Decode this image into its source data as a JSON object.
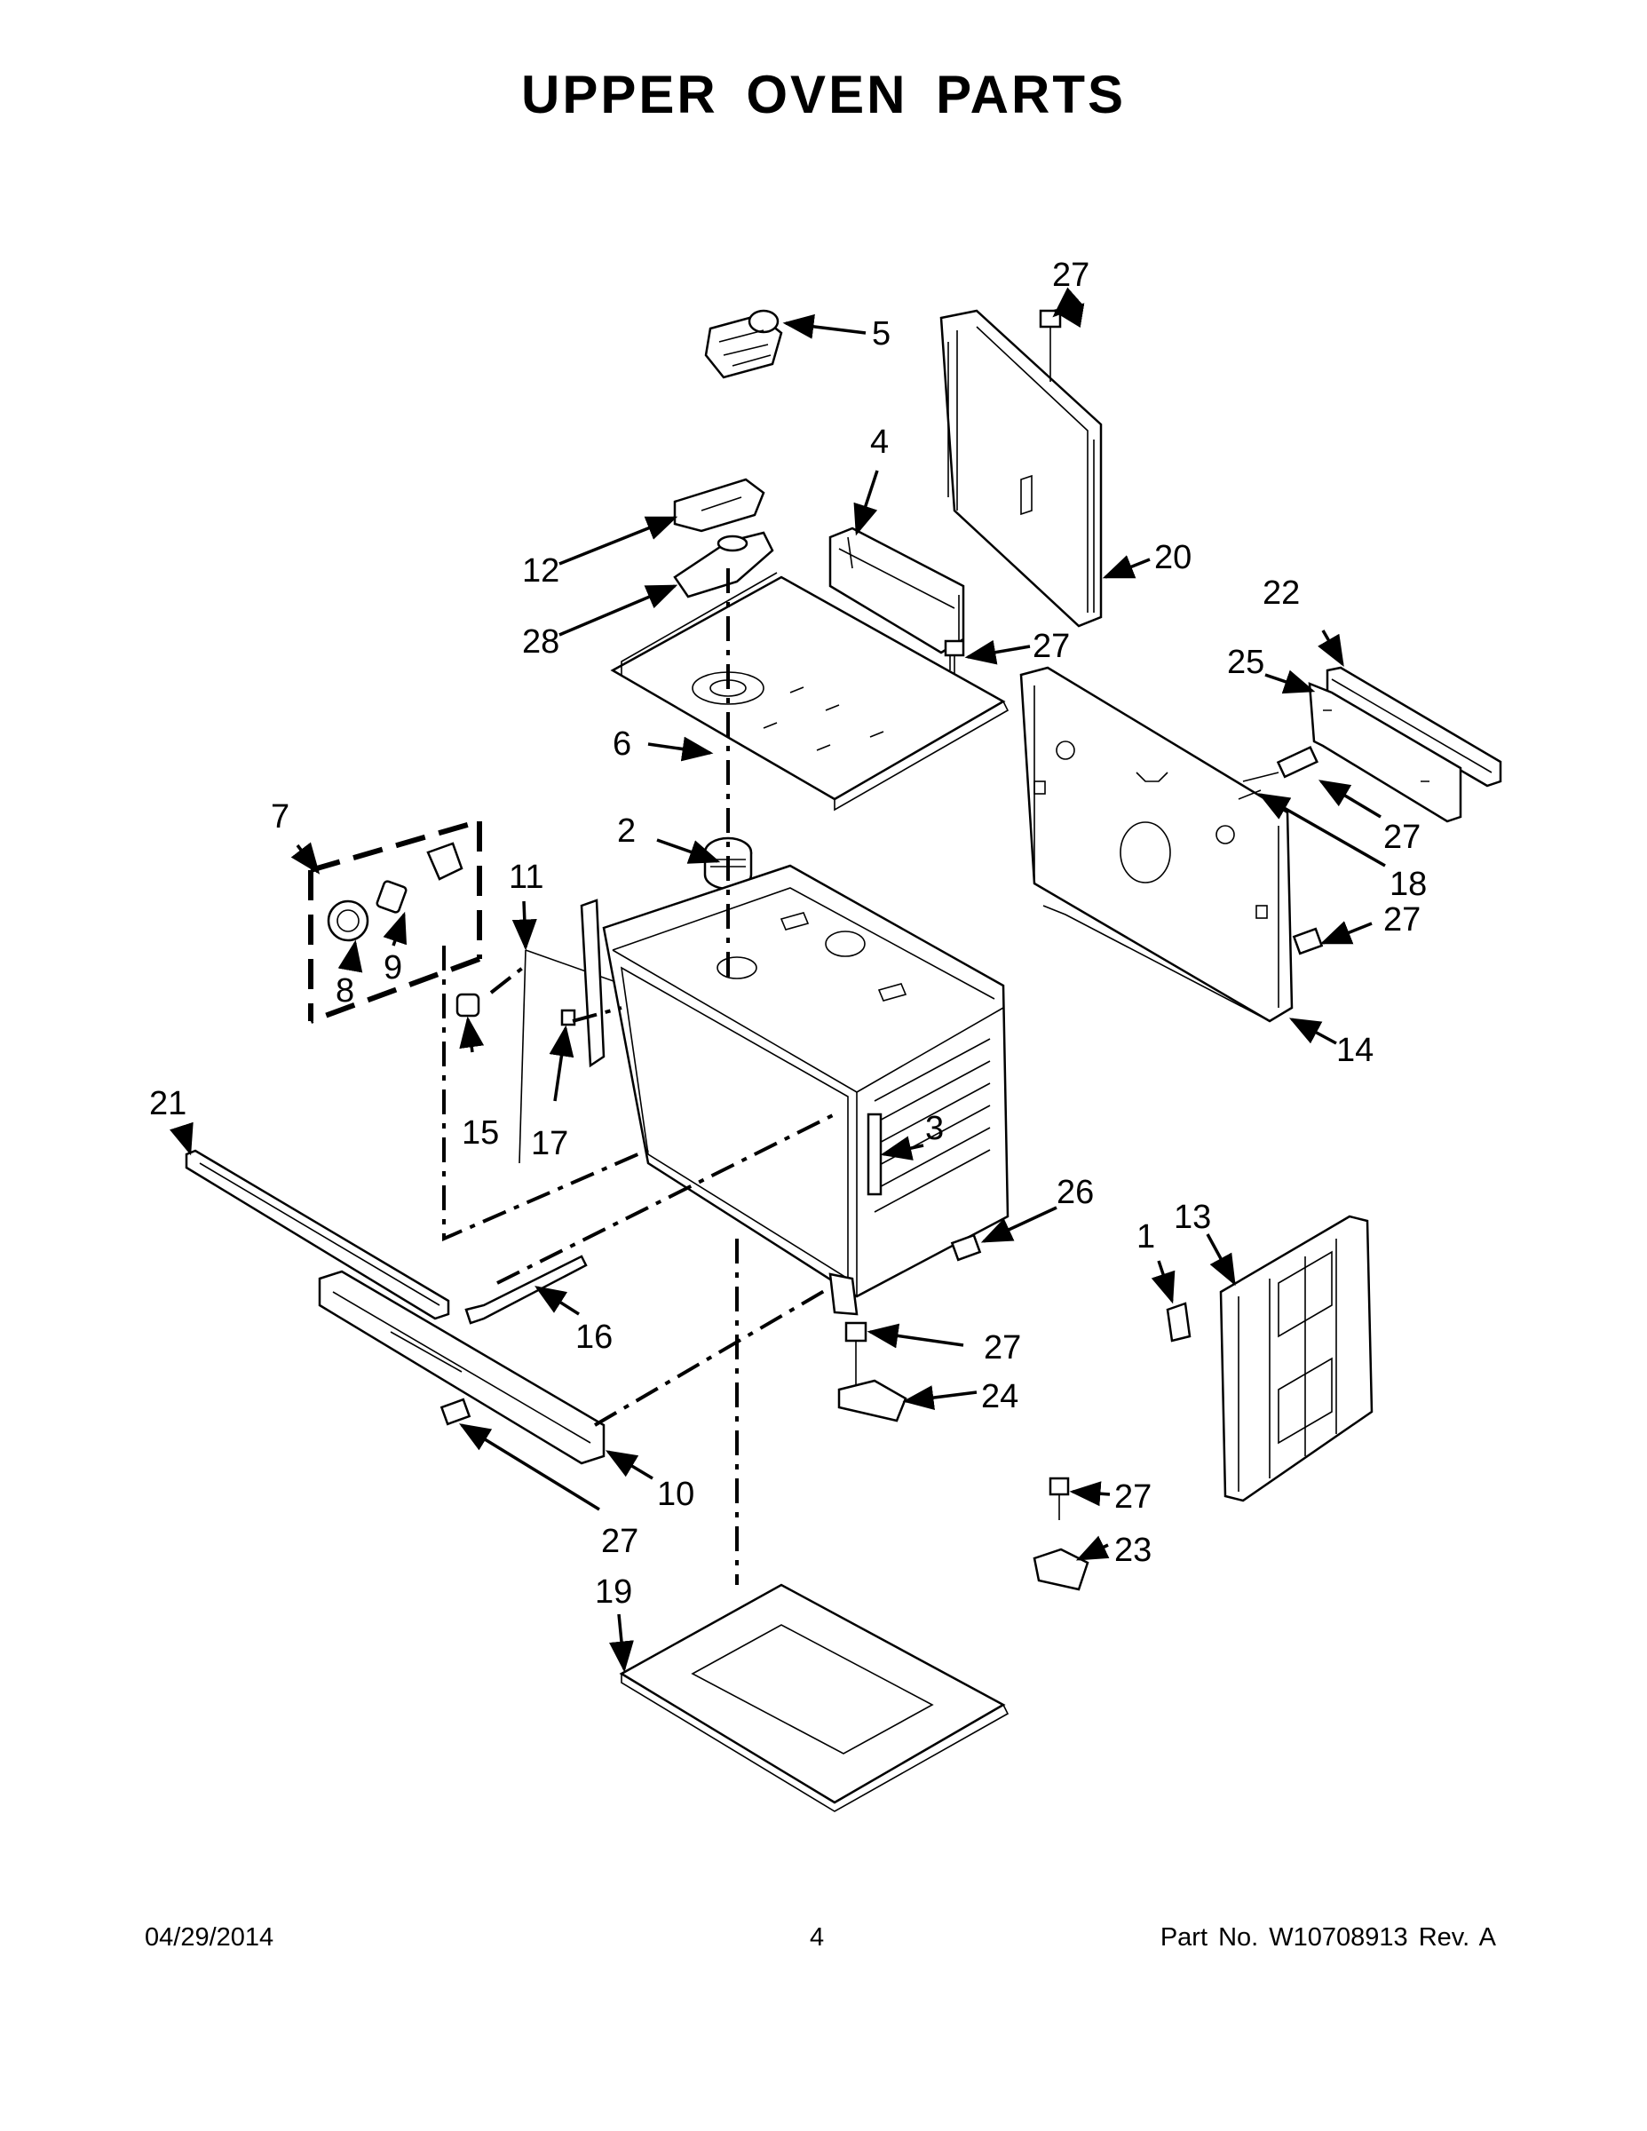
{
  "title": "UPPER OVEN PARTS",
  "footer": {
    "date": "04/29/2014",
    "page": "4",
    "part_number": "Part No.  W10708913  Rev.  A"
  },
  "callouts": {
    "c1": "1",
    "c2": "2",
    "c3": "3",
    "c4": "4",
    "c5": "5",
    "c6": "6",
    "c7": "7",
    "c8": "8",
    "c9": "9",
    "c10": "10",
    "c11": "11",
    "c12": "12",
    "c13": "13",
    "c14": "14",
    "c15": "15",
    "c16": "16",
    "c17": "17",
    "c18": "18",
    "c19": "19",
    "c20": "20",
    "c21": "21",
    "c22": "22",
    "c23": "23",
    "c24": "24",
    "c25": "25",
    "c26": "26",
    "c27": "27",
    "c28": "28"
  },
  "colors": {
    "ink": "#000000",
    "paper": "#ffffff"
  }
}
